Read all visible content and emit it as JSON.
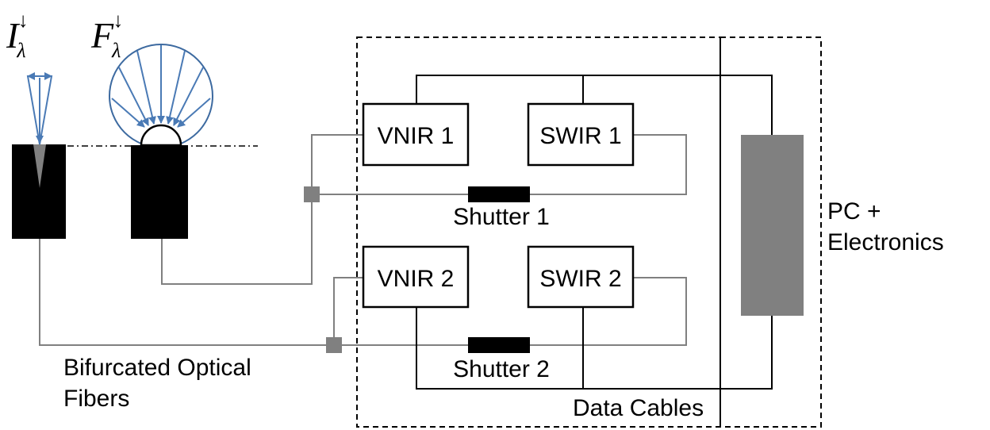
{
  "symbols": {
    "radiance": {
      "base": "I",
      "sub": "λ",
      "sup": "↓"
    },
    "irradiance": {
      "base": "F",
      "sub": "λ",
      "sup": "↓"
    }
  },
  "spectrometers": {
    "vnir1": "VNIR 1",
    "swir1": "SWIR 1",
    "vnir2": "VNIR 2",
    "swir2": "SWIR 2"
  },
  "shutters": {
    "shutter1": "Shutter 1",
    "shutter2": "Shutter 2"
  },
  "labels": {
    "pc_line1": "PC +",
    "pc_line2": "Electronics",
    "fibers_line1": "Bifurcated Optical",
    "fibers_line2": "Fibers",
    "data_cables": "Data Cables"
  },
  "colors": {
    "ray_blue": "#4a7ab5",
    "fiber_gray": "#808080",
    "pc_gray": "#808080",
    "head_black": "#000000"
  }
}
